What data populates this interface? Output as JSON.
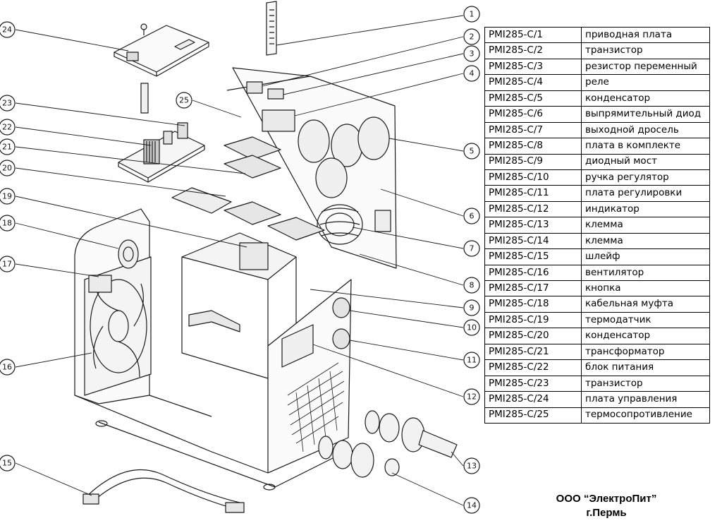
{
  "parts": [
    {
      "num": "1",
      "code": "PMI285-C/1",
      "name": "приводная плата"
    },
    {
      "num": "2",
      "code": "PMI285-C/2",
      "name": "транзистор"
    },
    {
      "num": "3",
      "code": "PMI285-C/3",
      "name": "резистор переменный"
    },
    {
      "num": "4",
      "code": "PMI285-C/4",
      "name": "реле"
    },
    {
      "num": "5",
      "code": "PMI285-C/5",
      "name": "конденсатор"
    },
    {
      "num": "6",
      "code": "PMI285-C/6",
      "name": "выпрямительный диод"
    },
    {
      "num": "7",
      "code": "PMI285-C/7",
      "name": "выходной дросель"
    },
    {
      "num": "8",
      "code": "PMI285-C/8",
      "name": "плата в комплекте"
    },
    {
      "num": "9",
      "code": "PMI285-C/9",
      "name": "диодный мост"
    },
    {
      "num": "10",
      "code": "PMI285-C/10",
      "name": "ручка регулятор"
    },
    {
      "num": "11",
      "code": "PMI285-C/11",
      "name": "плата регулировки"
    },
    {
      "num": "12",
      "code": "PMI285-C/12",
      "name": "индикатор"
    },
    {
      "num": "13",
      "code": "PMI285-C/13",
      "name": "клемма"
    },
    {
      "num": "14",
      "code": "PMI285-C/14",
      "name": "клемма"
    },
    {
      "num": "15",
      "code": "PMI285-C/15",
      "name": "шлейф"
    },
    {
      "num": "16",
      "code": "PMI285-C/16",
      "name": "вентилятор"
    },
    {
      "num": "17",
      "code": "PMI285-C/17",
      "name": "кнопка"
    },
    {
      "num": "18",
      "code": "PMI285-C/18",
      "name": "кабельная муфта"
    },
    {
      "num": "19",
      "code": "PMI285-C/19",
      "name": "термодатчик"
    },
    {
      "num": "20",
      "code": "PMI285-C/20",
      "name": "конденсатор"
    },
    {
      "num": "21",
      "code": "PMI285-C/21",
      "name": "трансформатор"
    },
    {
      "num": "22",
      "code": "PMI285-C/22",
      "name": "блок питания"
    },
    {
      "num": "23",
      "code": "PMI285-C/23",
      "name": "транзистор"
    },
    {
      "num": "24",
      "code": "PMI285-C/24",
      "name": "плата управления"
    },
    {
      "num": "25",
      "code": "PMI285-C/25",
      "name": "термосопротивление"
    }
  ],
  "company": {
    "name": "ООО “ЭлектроПит”",
    "city": "г.Пермь"
  },
  "colors": {
    "line": "#1a1a1a",
    "background": "#ffffff"
  }
}
